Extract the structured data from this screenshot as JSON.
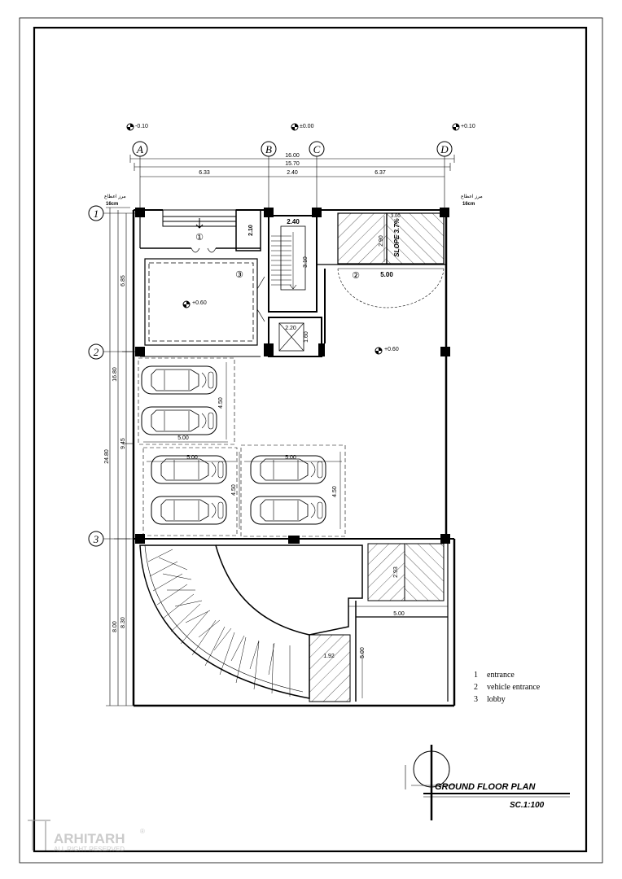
{
  "levels": {
    "left": "-0.10",
    "center": "±0.00",
    "right": "+0.10",
    "lobby": "+0.60",
    "parking": "+0.60"
  },
  "axes": {
    "a": "A",
    "b": "B",
    "c": "C",
    "d": "D",
    "r1": "1",
    "r2": "2",
    "r3": "3"
  },
  "dims_top": {
    "total": "16.00",
    "inner": "15.70",
    "ab": "6.33",
    "bc": "2.40",
    "cd": "6.37"
  },
  "dims_left": {
    "total": "24.80",
    "upper": "16.80",
    "lower": "8.00",
    "s1": "6.85",
    "s2": "9.45",
    "s3": "8.30"
  },
  "dims_inner": {
    "d210": "2.10",
    "d240": "2.40",
    "d310": "3.10",
    "d290": "2.90",
    "d300": "3.00",
    "slope": "SLOPE 3.7%",
    "d500_ramp": "5.00",
    "d220": "2.20",
    "d160": "1.60",
    "p450a": "4.50",
    "p500a": "5.00",
    "p500b": "5.00",
    "p500c": "5.00",
    "p450b": "4.50",
    "p450c": "4.50",
    "d293": "2.93",
    "d500_r": "5.00",
    "d500_v": "5.00",
    "d192": "1.92"
  },
  "tags": {
    "t1": "①",
    "t2": "②",
    "t3": "③"
  },
  "legend": [
    {
      "num": "1",
      "label": "entrance"
    },
    {
      "num": "2",
      "label": "vehicle entrance"
    },
    {
      "num": "3",
      "label": "lobby"
    }
  ],
  "setback_note": {
    "text": "مرز اعطاع",
    "unit": "16cm"
  },
  "title": {
    "name": "GROUND FLOOR PLAN",
    "scale": "SC.1:100"
  },
  "watermark": {
    "brand": "ARHITARH",
    "rights": "ALL RIGHT RESERVED",
    "symbol": "®"
  }
}
